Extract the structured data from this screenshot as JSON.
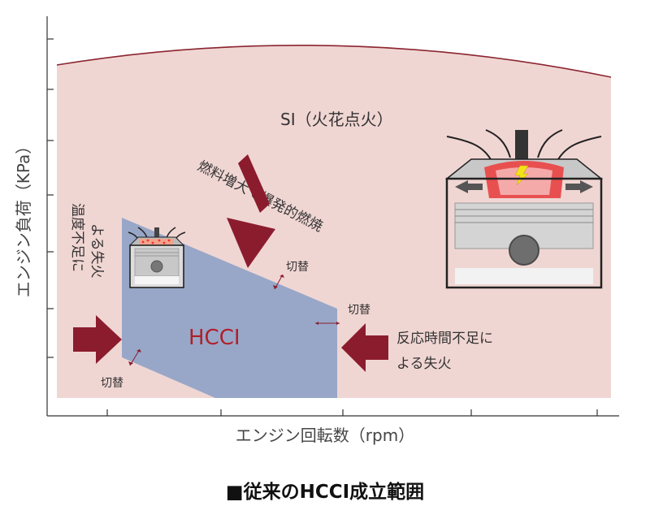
{
  "axes": {
    "x_title": "エンジン回転数（rpm）",
    "y_title": "エンジン負荷（KPa）"
  },
  "regions": {
    "si_label": "SI（火花点火）",
    "hcci_label": "HCCI"
  },
  "annotations": {
    "fuel_increase": "燃料増大で爆発的燃焼",
    "low_temp_line1": "温度不足に",
    "low_temp_line2": "よる失火",
    "reaction_time_line1": "反応時間不足に",
    "reaction_time_line2": "よる失火",
    "switch_top": "切替",
    "switch_right": "切替",
    "switch_bottom": "切替"
  },
  "caption": "■従来のHCCI成立範囲",
  "colors": {
    "si_region": "#f0d6d3",
    "si_boundary": "#8b2530",
    "hcci_region": "#98a7c8",
    "arrow": "#8b1c2e",
    "hcci_text": "#b0202a"
  },
  "icons": [
    "engine-piston-small-icon",
    "engine-piston-large-icon",
    "spark-icon"
  ]
}
